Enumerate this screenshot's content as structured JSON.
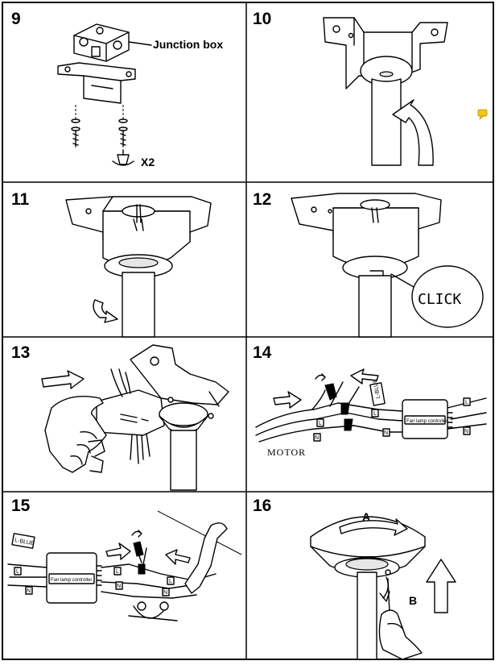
{
  "panels": [
    {
      "number": "9",
      "labels": {
        "junction": "Junction box",
        "qty": "X2"
      }
    },
    {
      "number": "10",
      "labels": {}
    },
    {
      "number": "11",
      "labels": {}
    },
    {
      "number": "12",
      "labels": {
        "click": "CLICK"
      }
    },
    {
      "number": "13",
      "labels": {}
    },
    {
      "number": "14",
      "labels": {
        "motor": "MOTOR",
        "controller": "Fan lamp controller",
        "tag": "L-BLUE",
        "l": "L",
        "n": "N"
      }
    },
    {
      "number": "15",
      "labels": {
        "controller": "Fan lamp controller",
        "tag": "L-BLUE",
        "l": "L",
        "n": "N"
      }
    },
    {
      "number": "16",
      "labels": {
        "a": "A",
        "b": "B"
      }
    }
  ],
  "colors": {
    "ink": "#000000",
    "paper": "#ffffff",
    "note_icon": "#f5c518"
  },
  "icons": [
    "note-icon"
  ]
}
